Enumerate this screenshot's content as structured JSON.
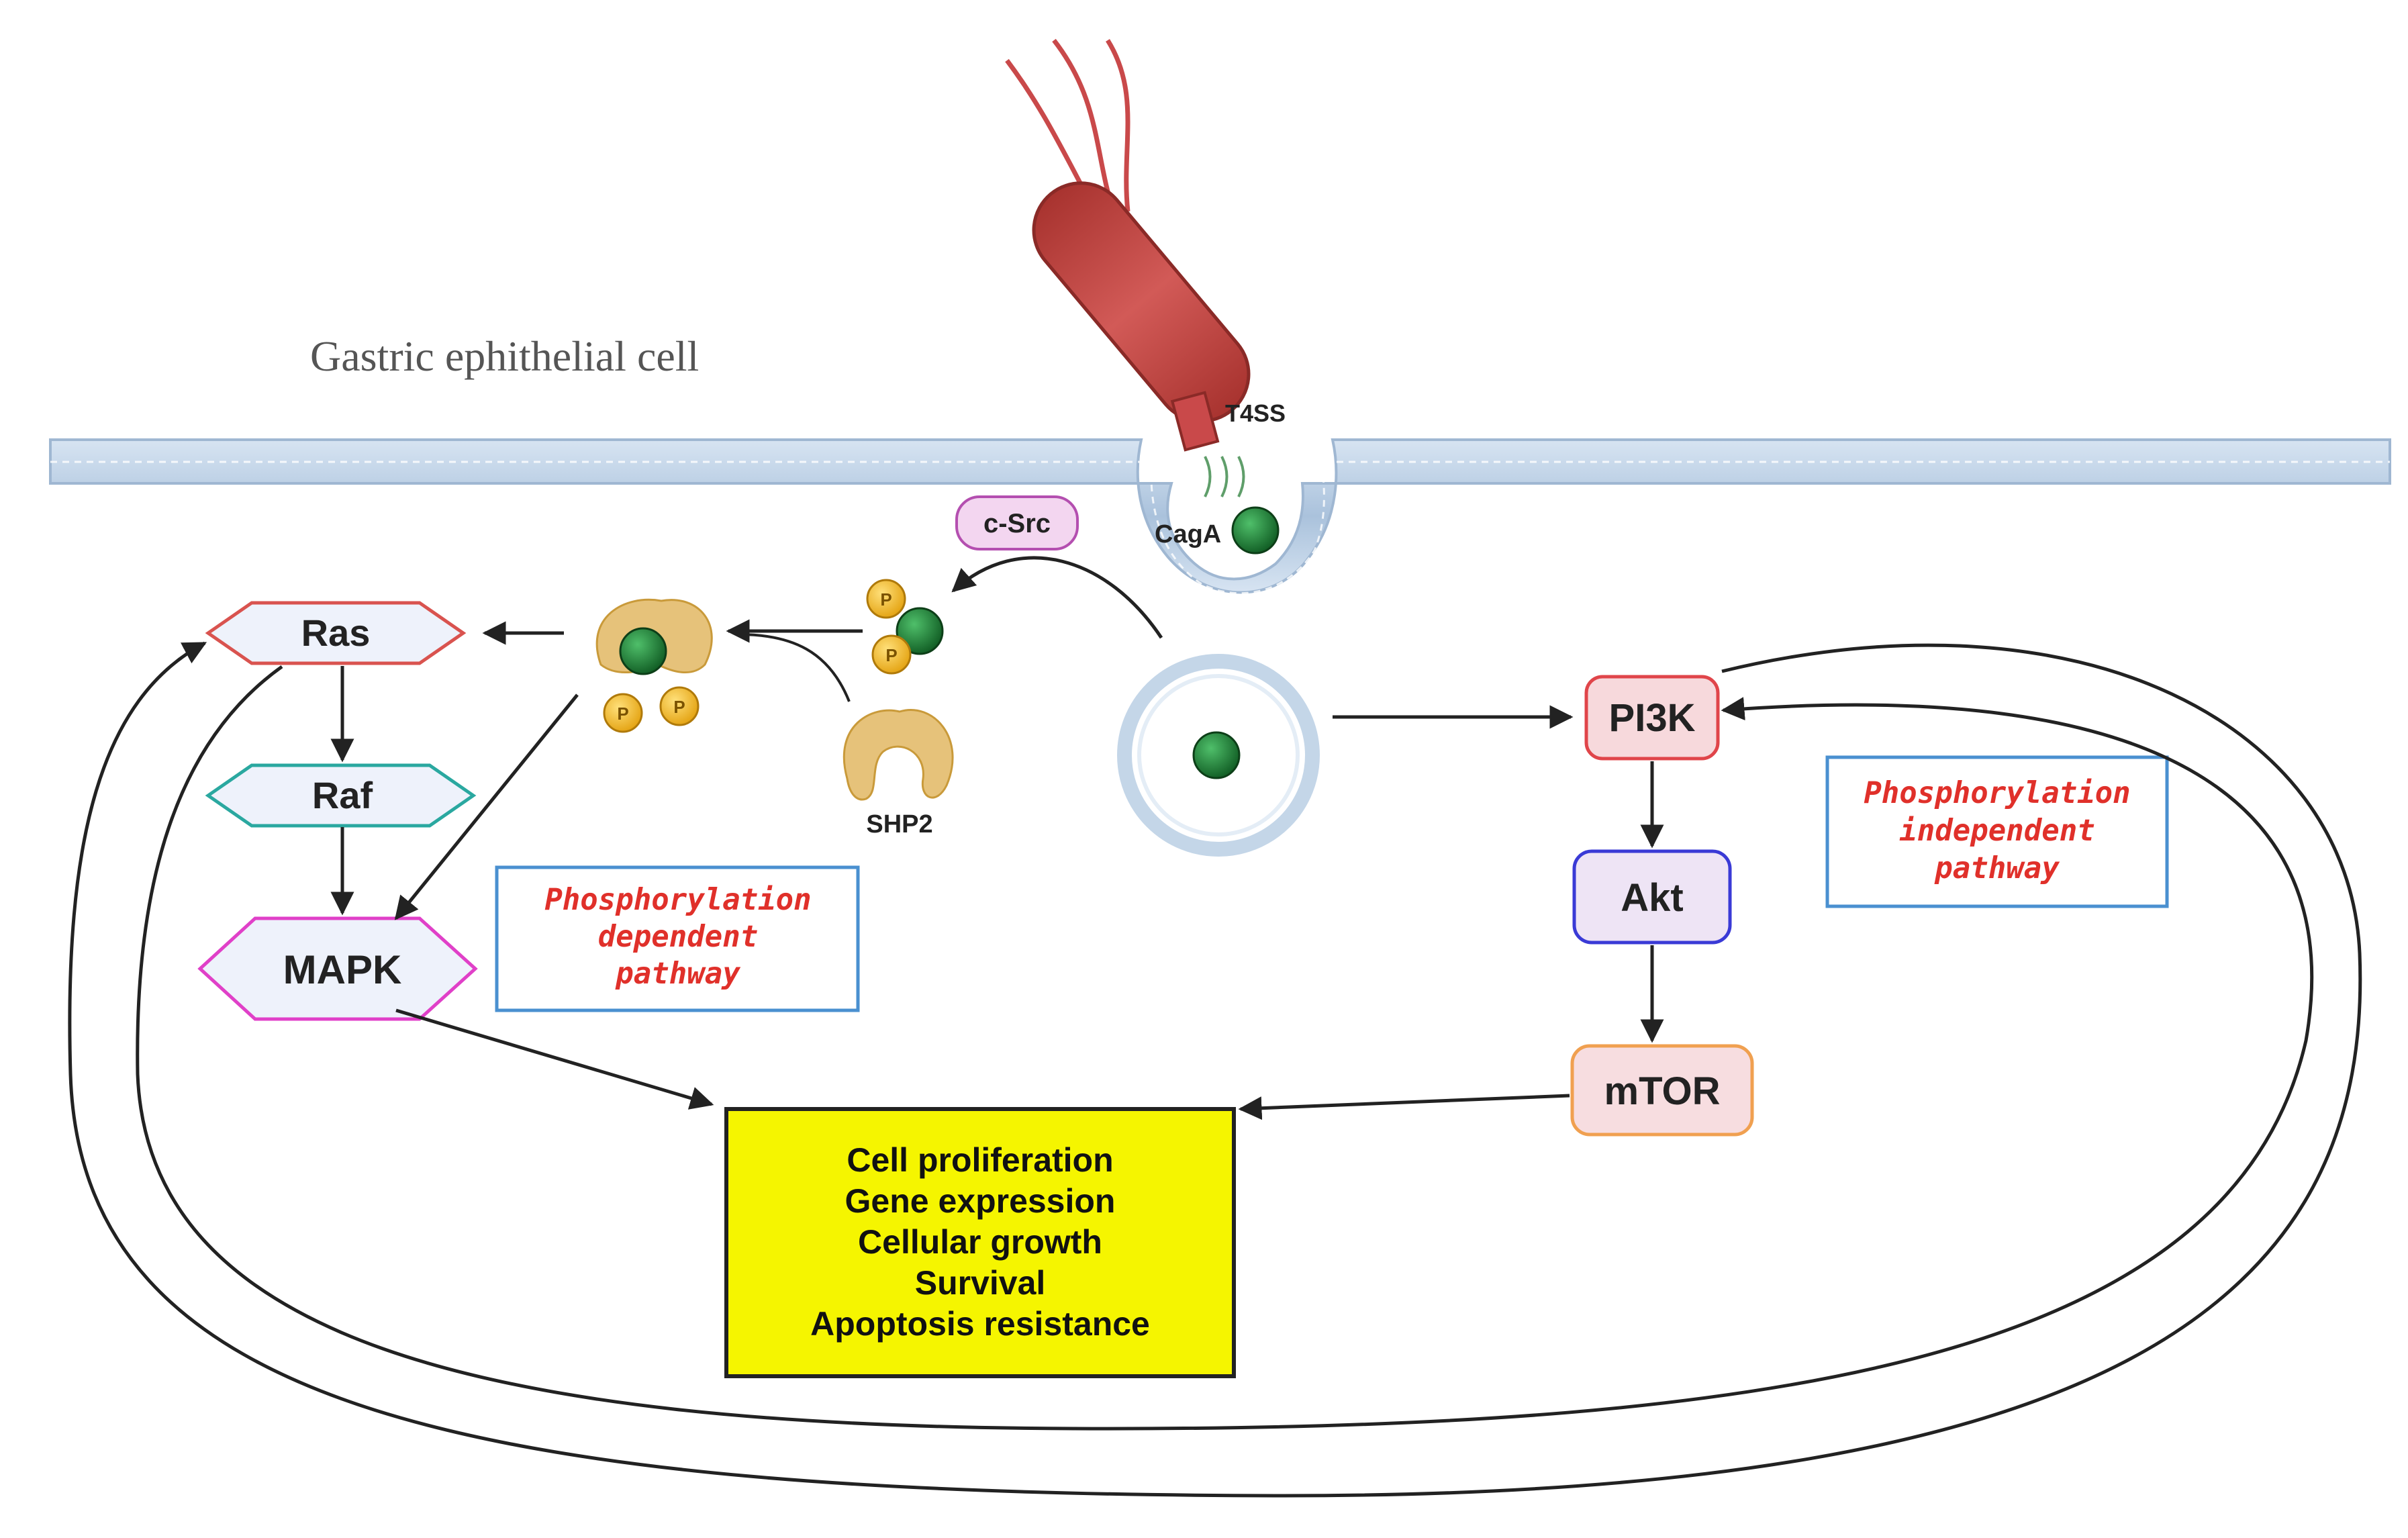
{
  "cell_label": "Gastric ephithelial cell",
  "secretion_system_label": "T4SS",
  "effector_label": "CagA",
  "kinase_label": "c-Src",
  "phosphatase_label": "SHP2",
  "phospho_label": "P",
  "dependent": {
    "nodes": {
      "ras": "Ras",
      "raf": "Raf",
      "mapk": "MAPK"
    },
    "note": [
      "Phosphorylation",
      "dependent",
      "pathway"
    ]
  },
  "independent": {
    "nodes": {
      "pi3k": "PI3K",
      "akt": "Akt",
      "mtor": "mTOR"
    },
    "note": [
      "Phosphorylation",
      "independent",
      "pathway"
    ]
  },
  "outcomes": [
    "Cell proliferation",
    "Gene expression",
    "Cellular growth",
    "Survival",
    "Apoptosis resistance"
  ],
  "colors": {
    "membrane": "#b9cfe6",
    "bacterium": "#c9494a",
    "cagA": "#1e7a34",
    "phospho": "#f2b61c",
    "shp2": "#e6c27a",
    "ras": "#d9534f",
    "raf": "#2aa8a0",
    "mapk": "#e040c8",
    "pi3k": "#e0454a",
    "akt": "#3a3ad6",
    "mtor": "#f0a050",
    "outcome_box": "#f5f500",
    "note_text": "#e0302a",
    "note_border": "#4a90d0"
  }
}
